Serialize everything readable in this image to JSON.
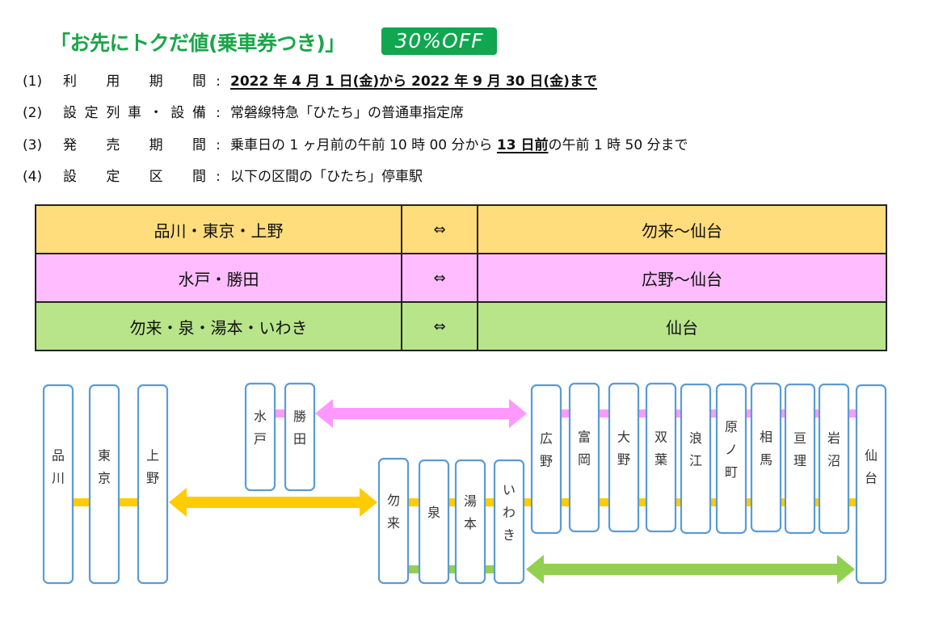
{
  "header": {
    "title": "「お先にトクだ値(乗車券つき)」",
    "discount_badge": "30%OFF",
    "title_color": "#1aa64a",
    "badge_color": "#11a650"
  },
  "items": [
    {
      "num": "(1)",
      "label_chars": [
        "利",
        "用",
        "期",
        "間"
      ],
      "colon": ":",
      "value_parts": [
        {
          "text": "2022 年 4 月 1 日(金)から 2022 年 9 月 30 日(金)まで",
          "emphasis": "underline-bold"
        }
      ]
    },
    {
      "num": "(2)",
      "label_chars": [
        "設",
        "定",
        "列",
        "車",
        "・",
        "設",
        "備"
      ],
      "colon": ":",
      "value_parts": [
        {
          "text": "常磐線特急「ひたち」の普通車指定席",
          "emphasis": "none"
        }
      ]
    },
    {
      "num": "(3)",
      "label_chars": [
        "発",
        "売",
        "期",
        "間"
      ],
      "colon": ":",
      "value_parts": [
        {
          "text": "乗車日の 1 ヶ月前の午前 10 時 00 分から ",
          "emphasis": "none"
        },
        {
          "text": "13 日前",
          "emphasis": "underline-bold"
        },
        {
          "text": "の午前 1 時 50 分まで",
          "emphasis": "none"
        }
      ]
    },
    {
      "num": "(4)",
      "label_chars": [
        "設",
        "定",
        "区",
        "間"
      ],
      "colon": ":",
      "value_parts": [
        {
          "text": "以下の区間の「ひたち」停車駅",
          "emphasis": "none"
        }
      ]
    }
  ],
  "zone_table": {
    "rows": [
      {
        "from": "品川・東京・上野",
        "arrow": "⇔",
        "to": "勿来～仙台",
        "color": "#ffdc7c"
      },
      {
        "from": "水戸・勝田",
        "arrow": "⇔",
        "to": "広野～仙台",
        "color": "#ffbdff"
      },
      {
        "from": "勿来・泉・湯本・いわき",
        "arrow": "⇔",
        "to": "仙台",
        "color": "#b8e58a"
      }
    ]
  },
  "route_diagram": {
    "colors": {
      "yellow": "#ffcc00",
      "pink": "#ff99ff",
      "green": "#92d050",
      "station_border": "#5b9bd5"
    },
    "stations": [
      {
        "name": "品川",
        "chars": [
          "品",
          "川"
        ],
        "group": "tokyo"
      },
      {
        "name": "東京",
        "chars": [
          "東",
          "京"
        ],
        "group": "tokyo"
      },
      {
        "name": "上野",
        "chars": [
          "上",
          "野"
        ],
        "group": "tokyo"
      },
      {
        "name": "水戸",
        "chars": [
          "水",
          "戸"
        ],
        "group": "mito"
      },
      {
        "name": "勝田",
        "chars": [
          "勝",
          "田"
        ],
        "group": "mito"
      },
      {
        "name": "勿来",
        "chars": [
          "勿",
          "来"
        ],
        "group": "iwaki"
      },
      {
        "name": "泉",
        "chars": [
          "泉"
        ],
        "group": "iwaki"
      },
      {
        "name": "湯本",
        "chars": [
          "湯",
          "本"
        ],
        "group": "iwaki"
      },
      {
        "name": "いわき",
        "chars": [
          "い",
          "わ",
          "き"
        ],
        "group": "iwaki"
      },
      {
        "name": "広野",
        "chars": [
          "広",
          "野"
        ],
        "group": "north"
      },
      {
        "name": "富岡",
        "chars": [
          "富",
          "岡"
        ],
        "group": "north"
      },
      {
        "name": "大野",
        "chars": [
          "大",
          "野"
        ],
        "group": "north"
      },
      {
        "name": "双葉",
        "chars": [
          "双",
          "葉"
        ],
        "group": "north"
      },
      {
        "name": "浪江",
        "chars": [
          "浪",
          "江"
        ],
        "group": "north"
      },
      {
        "name": "原ノ町",
        "chars": [
          "原",
          "ノ",
          "町"
        ],
        "group": "north"
      },
      {
        "name": "相馬",
        "chars": [
          "相",
          "馬"
        ],
        "group": "north"
      },
      {
        "name": "亘理",
        "chars": [
          "亘",
          "理"
        ],
        "group": "north"
      },
      {
        "name": "岩沼",
        "chars": [
          "岩",
          "沼"
        ],
        "group": "north"
      },
      {
        "name": "仙台",
        "chars": [
          "仙",
          "台"
        ],
        "group": "sendai"
      }
    ],
    "arrows": [
      {
        "name": "tokyo-to-nakoso-sendai",
        "color_key": "yellow",
        "from": "上野",
        "to": "勿来"
      },
      {
        "name": "mito-to-hirono-sendai",
        "color_key": "pink",
        "from": "勝田",
        "to": "広野"
      },
      {
        "name": "iwaki-to-sendai",
        "color_key": "green",
        "from": "いわき",
        "to": "仙台"
      }
    ]
  }
}
